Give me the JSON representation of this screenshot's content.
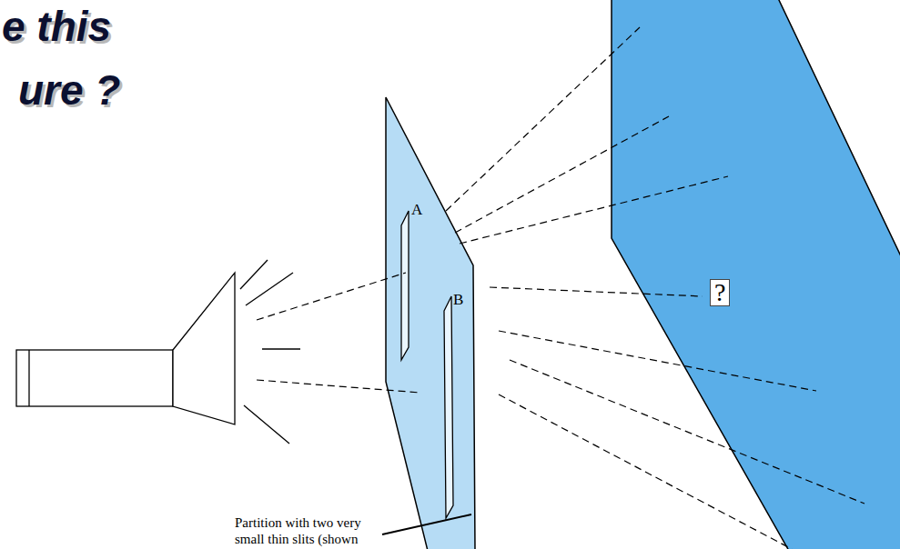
{
  "diagram": {
    "labels": [
      "e this",
      "ure ?",
      "A",
      "B",
      "?",
      "Partition with two very small thin slits (shown"
    ]
  }
}
